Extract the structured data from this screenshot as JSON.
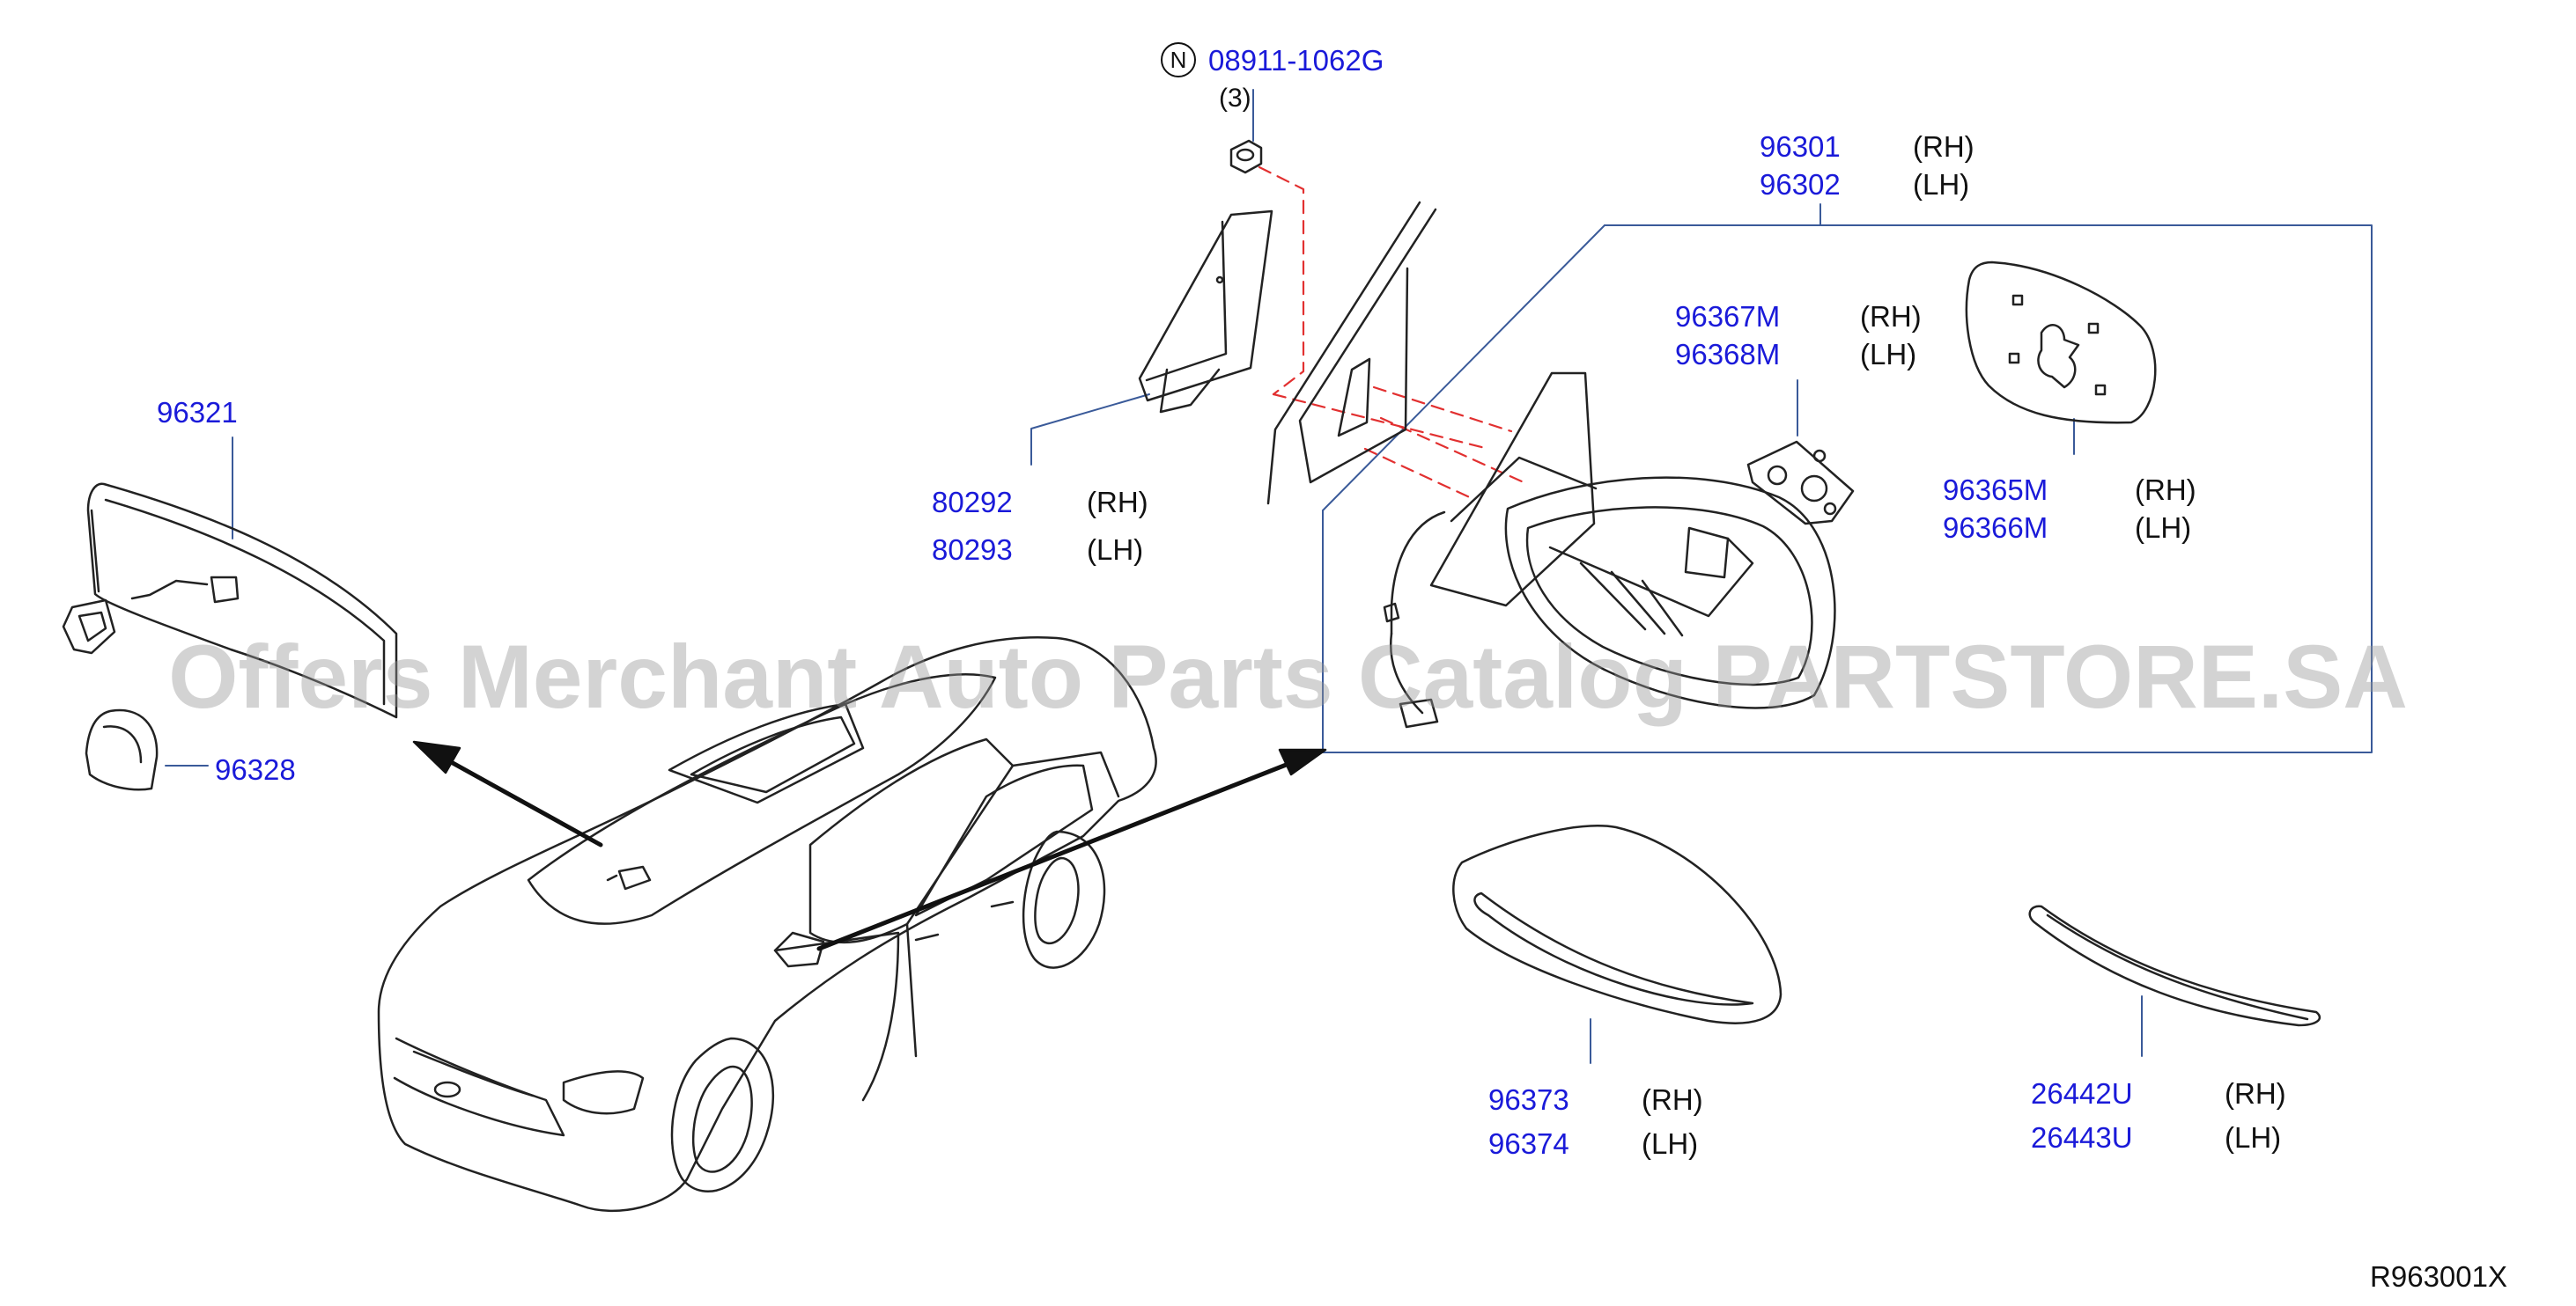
{
  "diagram_code": "R963001X",
  "watermark": "Offers Merchant Auto Parts Catalog PARTSTORE.SA",
  "nut": {
    "badge": "N",
    "part_number": "08911-1062G",
    "quantity": "(3)"
  },
  "inner_mirror": {
    "part_number": "96321"
  },
  "inner_mirror_cover": {
    "part_number": "96328"
  },
  "corner_finisher": {
    "rh": {
      "part_number": "80292",
      "side": "(RH)"
    },
    "lh": {
      "part_number": "80293",
      "side": "(LH)"
    }
  },
  "door_mirror_assy": {
    "rh": {
      "part_number": "96301",
      "side": "(RH)"
    },
    "lh": {
      "part_number": "96302",
      "side": "(LH)"
    }
  },
  "actuator": {
    "rh": {
      "part_number": "96367M",
      "side": "(RH)"
    },
    "lh": {
      "part_number": "96368M",
      "side": "(LH)"
    }
  },
  "mirror_glass": {
    "rh": {
      "part_number": "96365M",
      "side": "(RH)"
    },
    "lh": {
      "part_number": "96366M",
      "side": "(LH)"
    }
  },
  "mirror_cover": {
    "rh": {
      "part_number": "96373",
      "side": "(RH)"
    },
    "lh": {
      "part_number": "96374",
      "side": "(LH)"
    }
  },
  "turn_lamp": {
    "rh": {
      "part_number": "26442U",
      "side": "(RH)"
    },
    "lh": {
      "part_number": "26443U",
      "side": "(LH)"
    }
  }
}
